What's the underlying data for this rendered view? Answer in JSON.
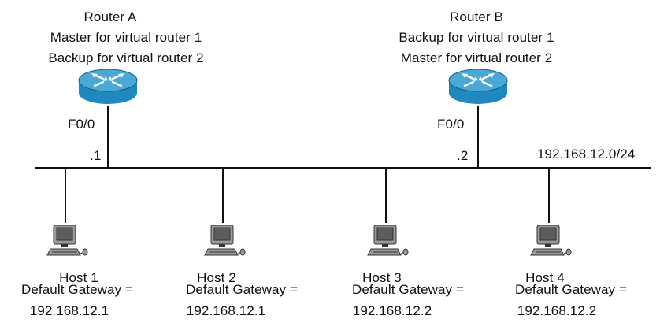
{
  "colors": {
    "line": "#111111",
    "router_top": "#4aa8d6",
    "router_body": "#1f88bf",
    "router_dark": "#0f5f8c",
    "router_arrow": "#ffffff",
    "pc_gray": "#9a9a9a",
    "pc_dark": "#333333",
    "pc_screen": "#5d5d5d"
  },
  "routers": [
    {
      "id": "router-a",
      "name": "Router A",
      "role_1": "Master for virtual router 1",
      "role_2": "Backup for virtual router 2",
      "interface": "F0/0",
      "address_suffix": ".1",
      "icon": "router-icon"
    },
    {
      "id": "router-b",
      "name": "Router B",
      "role_1": "Backup for virtual router 1",
      "role_2": "Master for virtual router 2",
      "interface": "F0/0",
      "address_suffix": ".2",
      "icon": "router-icon"
    }
  ],
  "network": {
    "subnet": "192.168.12.0/24"
  },
  "hosts": [
    {
      "name": "Host  1",
      "gateway_label": "Default Gateway =",
      "gateway_ip": "192.168.12.1",
      "icon": "computer-icon"
    },
    {
      "name": "Host  2",
      "gateway_label": "Default Gateway =",
      "gateway_ip": "192.168.12.1",
      "icon": "computer-icon"
    },
    {
      "name": "Host  3",
      "gateway_label": "Default Gateway =",
      "gateway_ip": "192.168.12.2",
      "icon": "computer-icon"
    },
    {
      "name": "Host  4",
      "gateway_label": "Default Gateway =",
      "gateway_ip": "192.168.12.2",
      "icon": "computer-icon"
    }
  ]
}
